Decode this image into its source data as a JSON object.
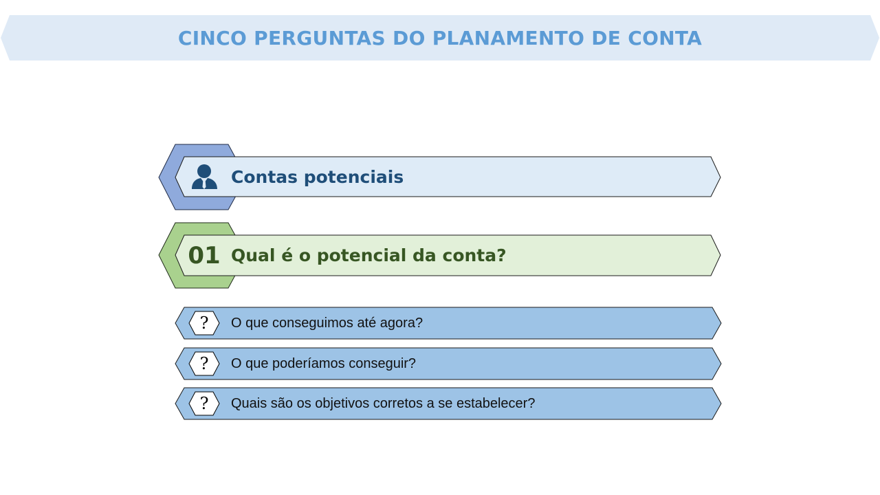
{
  "slide": {
    "title": "CINCO PERGUNTAS DO PLANAMENTO DE CONTA"
  },
  "section": {
    "label": "Contas potenciais",
    "icon": "businessman-icon"
  },
  "question": {
    "number": "01",
    "label": "Qual é o potencial da conta?"
  },
  "sub_questions": [
    {
      "marker": "?",
      "label": "O que conseguimos até agora?"
    },
    {
      "marker": "?",
      "label": "O que poderíamos conseguir?"
    },
    {
      "marker": "?",
      "label": "Quais são os objetivos corretos a se estabelecer?"
    }
  ],
  "colors": {
    "title_band": "#dfeaf6",
    "title_text": "#5b9bd5",
    "section_hex": "#8faadc",
    "section_bar": "#deebf7",
    "section_text": "#1f4e79",
    "question_hex": "#a9d18e",
    "question_bar": "#e2f0d9",
    "question_text": "#375623",
    "sub_bar": "#9dc3e6"
  }
}
